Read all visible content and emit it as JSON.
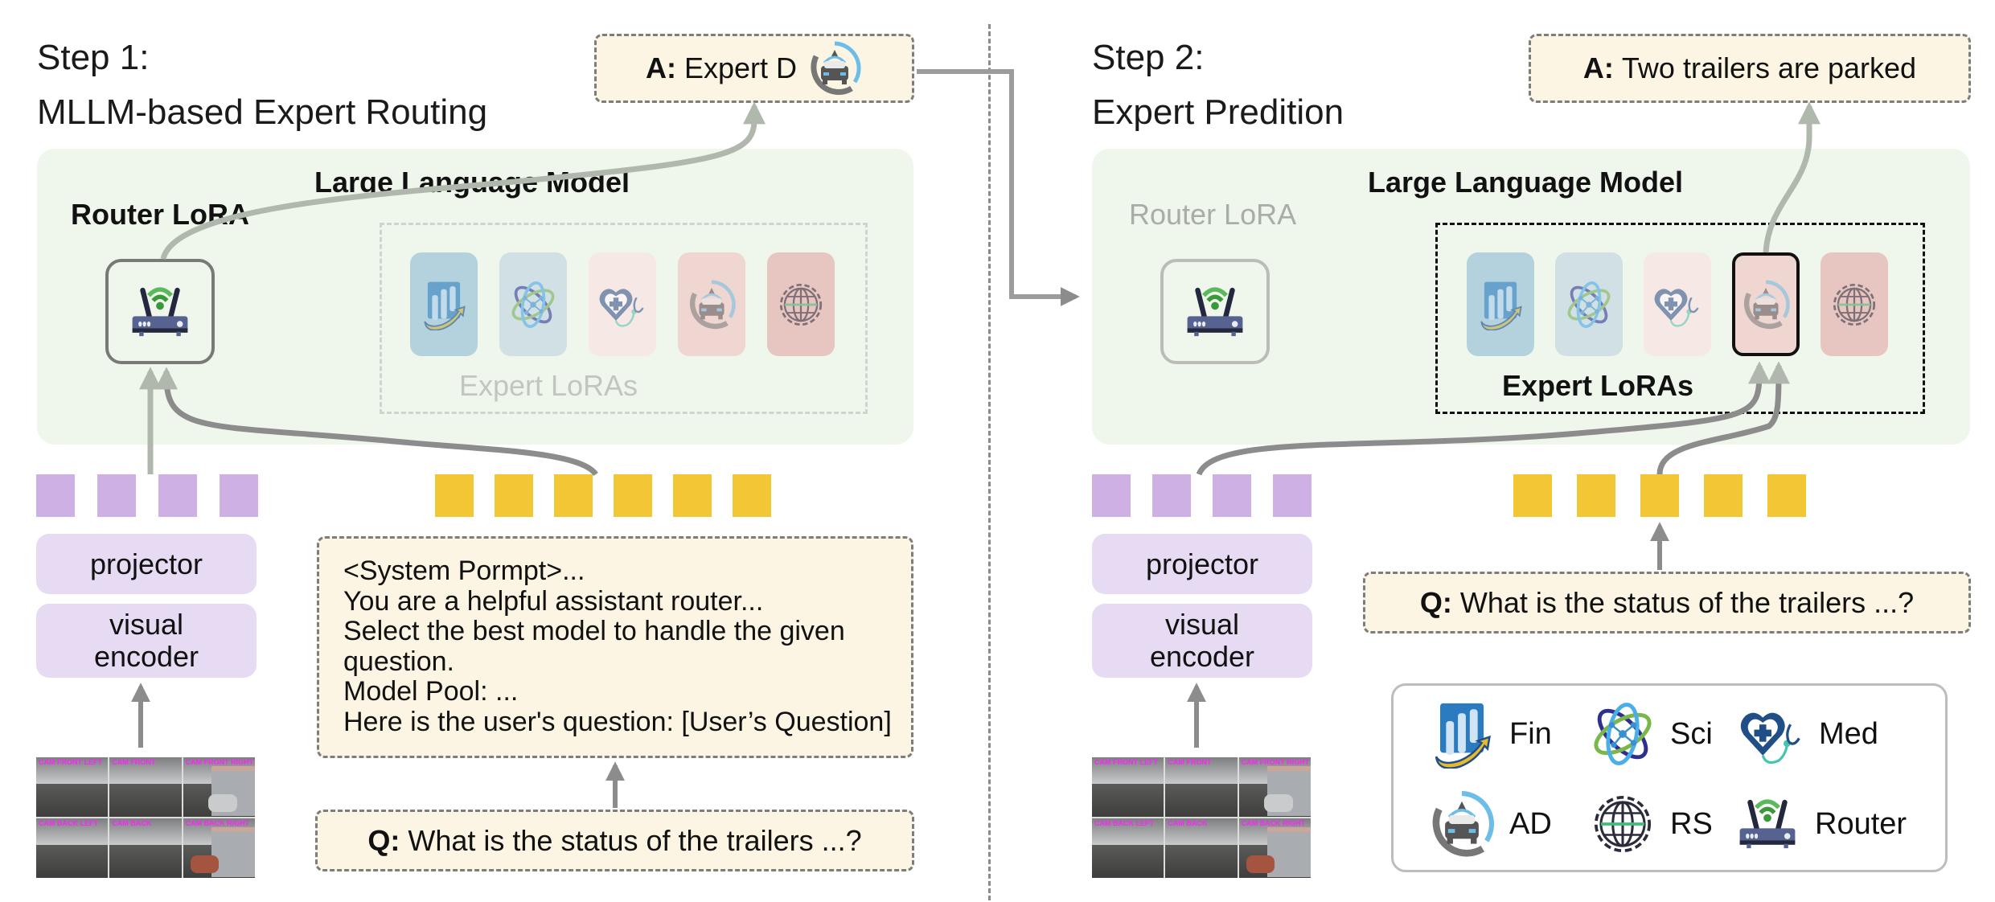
{
  "step1": {
    "title_line1": "Step 1:",
    "title_line2": "MLLM-based Expert Routing",
    "answer_prefix": "A:",
    "answer_text": "Expert D",
    "answer_icon": "autonomous-driving-icon",
    "llm_label": "Large Language Model",
    "router_label": "Router LoRA",
    "expert_caption": "Expert LoRAs",
    "modules": {
      "projector": "projector",
      "visual_encoder_line1": "visual",
      "visual_encoder_line2": "encoder"
    },
    "visual_token_count": 4,
    "text_token_count": 6,
    "prompt_lines": [
      "<System Pormpt>...",
      "You are a helpful assistant router...",
      "Select the best model to handle the given",
      "question.",
      "Model Pool: ...",
      "Here is the user's question: [User’s Question]"
    ],
    "question_prefix": "Q:",
    "question_text": "What is the status of the trailers ...?"
  },
  "step2": {
    "title_line1": "Step 2:",
    "title_line2": "Expert Predition",
    "answer_prefix": "A:",
    "answer_text": "Two trailers are parked",
    "llm_label": "Large Language Model",
    "router_label": "Router LoRA",
    "expert_caption": "Expert LoRAs",
    "selected_expert": "AD",
    "modules": {
      "projector": "projector",
      "visual_encoder_line1": "visual",
      "visual_encoder_line2": "encoder"
    },
    "visual_token_count": 4,
    "text_token_count": 5,
    "question_prefix": "Q:",
    "question_text": "What is the status of the trailers ...?"
  },
  "camera_views": [
    "CAM FRONT LEFT",
    "CAM FRONT",
    "CAM FRONT RIGHT",
    "CAM BACK LEFT",
    "CAM BACK",
    "CAM BACK RIGHT"
  ],
  "experts": [
    {
      "key": "Fin",
      "icon": "finance-chart-icon",
      "tile_color": "#b4d2de"
    },
    {
      "key": "Sci",
      "icon": "science-atom-icon",
      "tile_color": "#d0e0e5"
    },
    {
      "key": "Med",
      "icon": "medical-heart-icon",
      "tile_color": "#f6e8e4"
    },
    {
      "key": "AD",
      "icon": "autonomous-driving-icon",
      "tile_color": "#efd6d1"
    },
    {
      "key": "RS",
      "icon": "remote-sensing-globe-icon",
      "tile_color": "#e7c6c1"
    }
  ],
  "legend": [
    {
      "label": "Fin",
      "icon": "finance-chart-icon"
    },
    {
      "label": "Sci",
      "icon": "science-atom-icon"
    },
    {
      "label": "Med",
      "icon": "medical-heart-icon"
    },
    {
      "label": "AD",
      "icon": "autonomous-driving-icon"
    },
    {
      "label": "RS",
      "icon": "remote-sensing-globe-icon"
    },
    {
      "label": "Router",
      "icon": "router-icon"
    }
  ],
  "colors": {
    "llm_background": "#eff6ec",
    "visual_token": "#cfb0e4",
    "text_token": "#f2c634",
    "module_background": "#e6dbf2",
    "note_background": "#fcf5e3",
    "arrow_gray": "#8c8c8c",
    "arrow_sage": "#b0b8ad"
  }
}
